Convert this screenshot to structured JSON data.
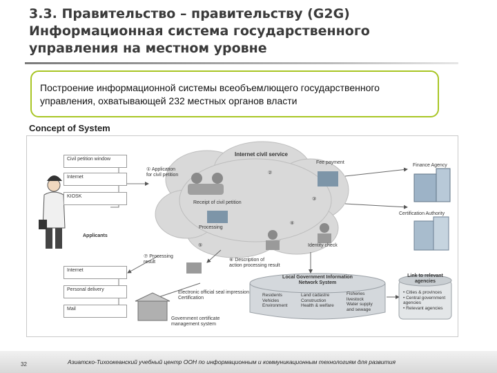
{
  "title": {
    "line1": "3.3. Правительство – правительству (G2G)",
    "line2": "Информационная система государственного",
    "line3": "управления на местном уровне"
  },
  "callout": {
    "line1": "Построение информационной системы всеобъемлющего государственного",
    "line2": "управления, охватывающей 232 местных органов власти"
  },
  "concept_title": "Concept of System",
  "diagram": {
    "cloud_title": "Internet civil service",
    "left_boxes": [
      "Civil petition window",
      "Internet",
      "KIOSK"
    ],
    "applicants": "Applicants",
    "bottom_boxes": [
      "Internet",
      "Personal delivery",
      "Mail"
    ],
    "steps": {
      "s1_line1": "① Application",
      "s1_line2": "for civil petition",
      "s2": "②",
      "s3": "③",
      "s4": "④",
      "s5": "⑤",
      "s6_line1": "⑥ Description of",
      "s6_line2": "action processing result",
      "s7_line1": "⑦ Processing",
      "s7_line2": "result"
    },
    "labels": {
      "fee_payment": "Fee payment",
      "receipt": "Receipt of civil petition",
      "processing": "Processing",
      "identity": "Identity check",
      "finance": "Finance Agency",
      "cert_authority": "Certification Authority",
      "seal_line1": "Electronic official seal impression",
      "seal_line2": "Certification",
      "gov_cert_line1": "Government certificate",
      "gov_cert_line2": "management system"
    },
    "lgin": {
      "title_line1": "Local Government Information",
      "title_line2": "Network System",
      "col1": [
        "Residents",
        "Vehicles",
        "Environment"
      ],
      "col2": [
        "Land cadastre",
        "Construction",
        "Health & welfare"
      ],
      "col3": [
        "Fisheries",
        "livestock",
        "Water supply",
        "and sewage"
      ]
    },
    "link": {
      "title_line1": "Link to relevant",
      "title_line2": "agencies",
      "items": [
        "• Cities & provinces",
        "• Central government",
        "  agencies",
        "• Relevant agencies"
      ]
    }
  },
  "footer": {
    "page": "32",
    "text": "Азиатско-Тихоокеанский учебный центр ООН по информационным и коммуникационным технологиям для развития"
  },
  "colors": {
    "callout_border": "#a8c523",
    "cloud": "#d8d8d8",
    "db": "#d4d8dc"
  }
}
